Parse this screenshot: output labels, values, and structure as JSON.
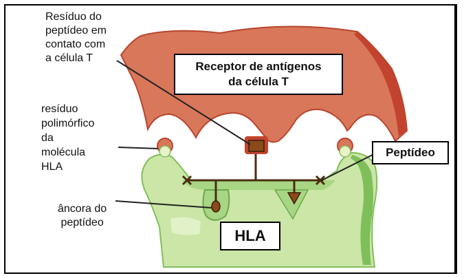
{
  "labels": {
    "residue_contact": [
      "Resíduo do",
      "peptídeo em",
      "contato com",
      "a célula T"
    ],
    "polymorphic": [
      "resíduo",
      "polimórfico",
      "da",
      "molécula",
      "HLA"
    ],
    "anchor": [
      "âncora do",
      "peptídeo"
    ],
    "tcr_box": [
      "Receptor de antígenos",
      "da célula T"
    ],
    "peptide_box": "Peptídeo",
    "hla_box": "HLA"
  },
  "colors": {
    "tcr_fill": "#d9775a",
    "tcr_dark": "#c2432e",
    "hla_fill": "#cbe6a7",
    "hla_light": "#e1f2c9",
    "hla_dark": "#7fbf5a",
    "peptide_dark": "#4a2d10",
    "residue_fill": "#8a4a1a"
  }
}
